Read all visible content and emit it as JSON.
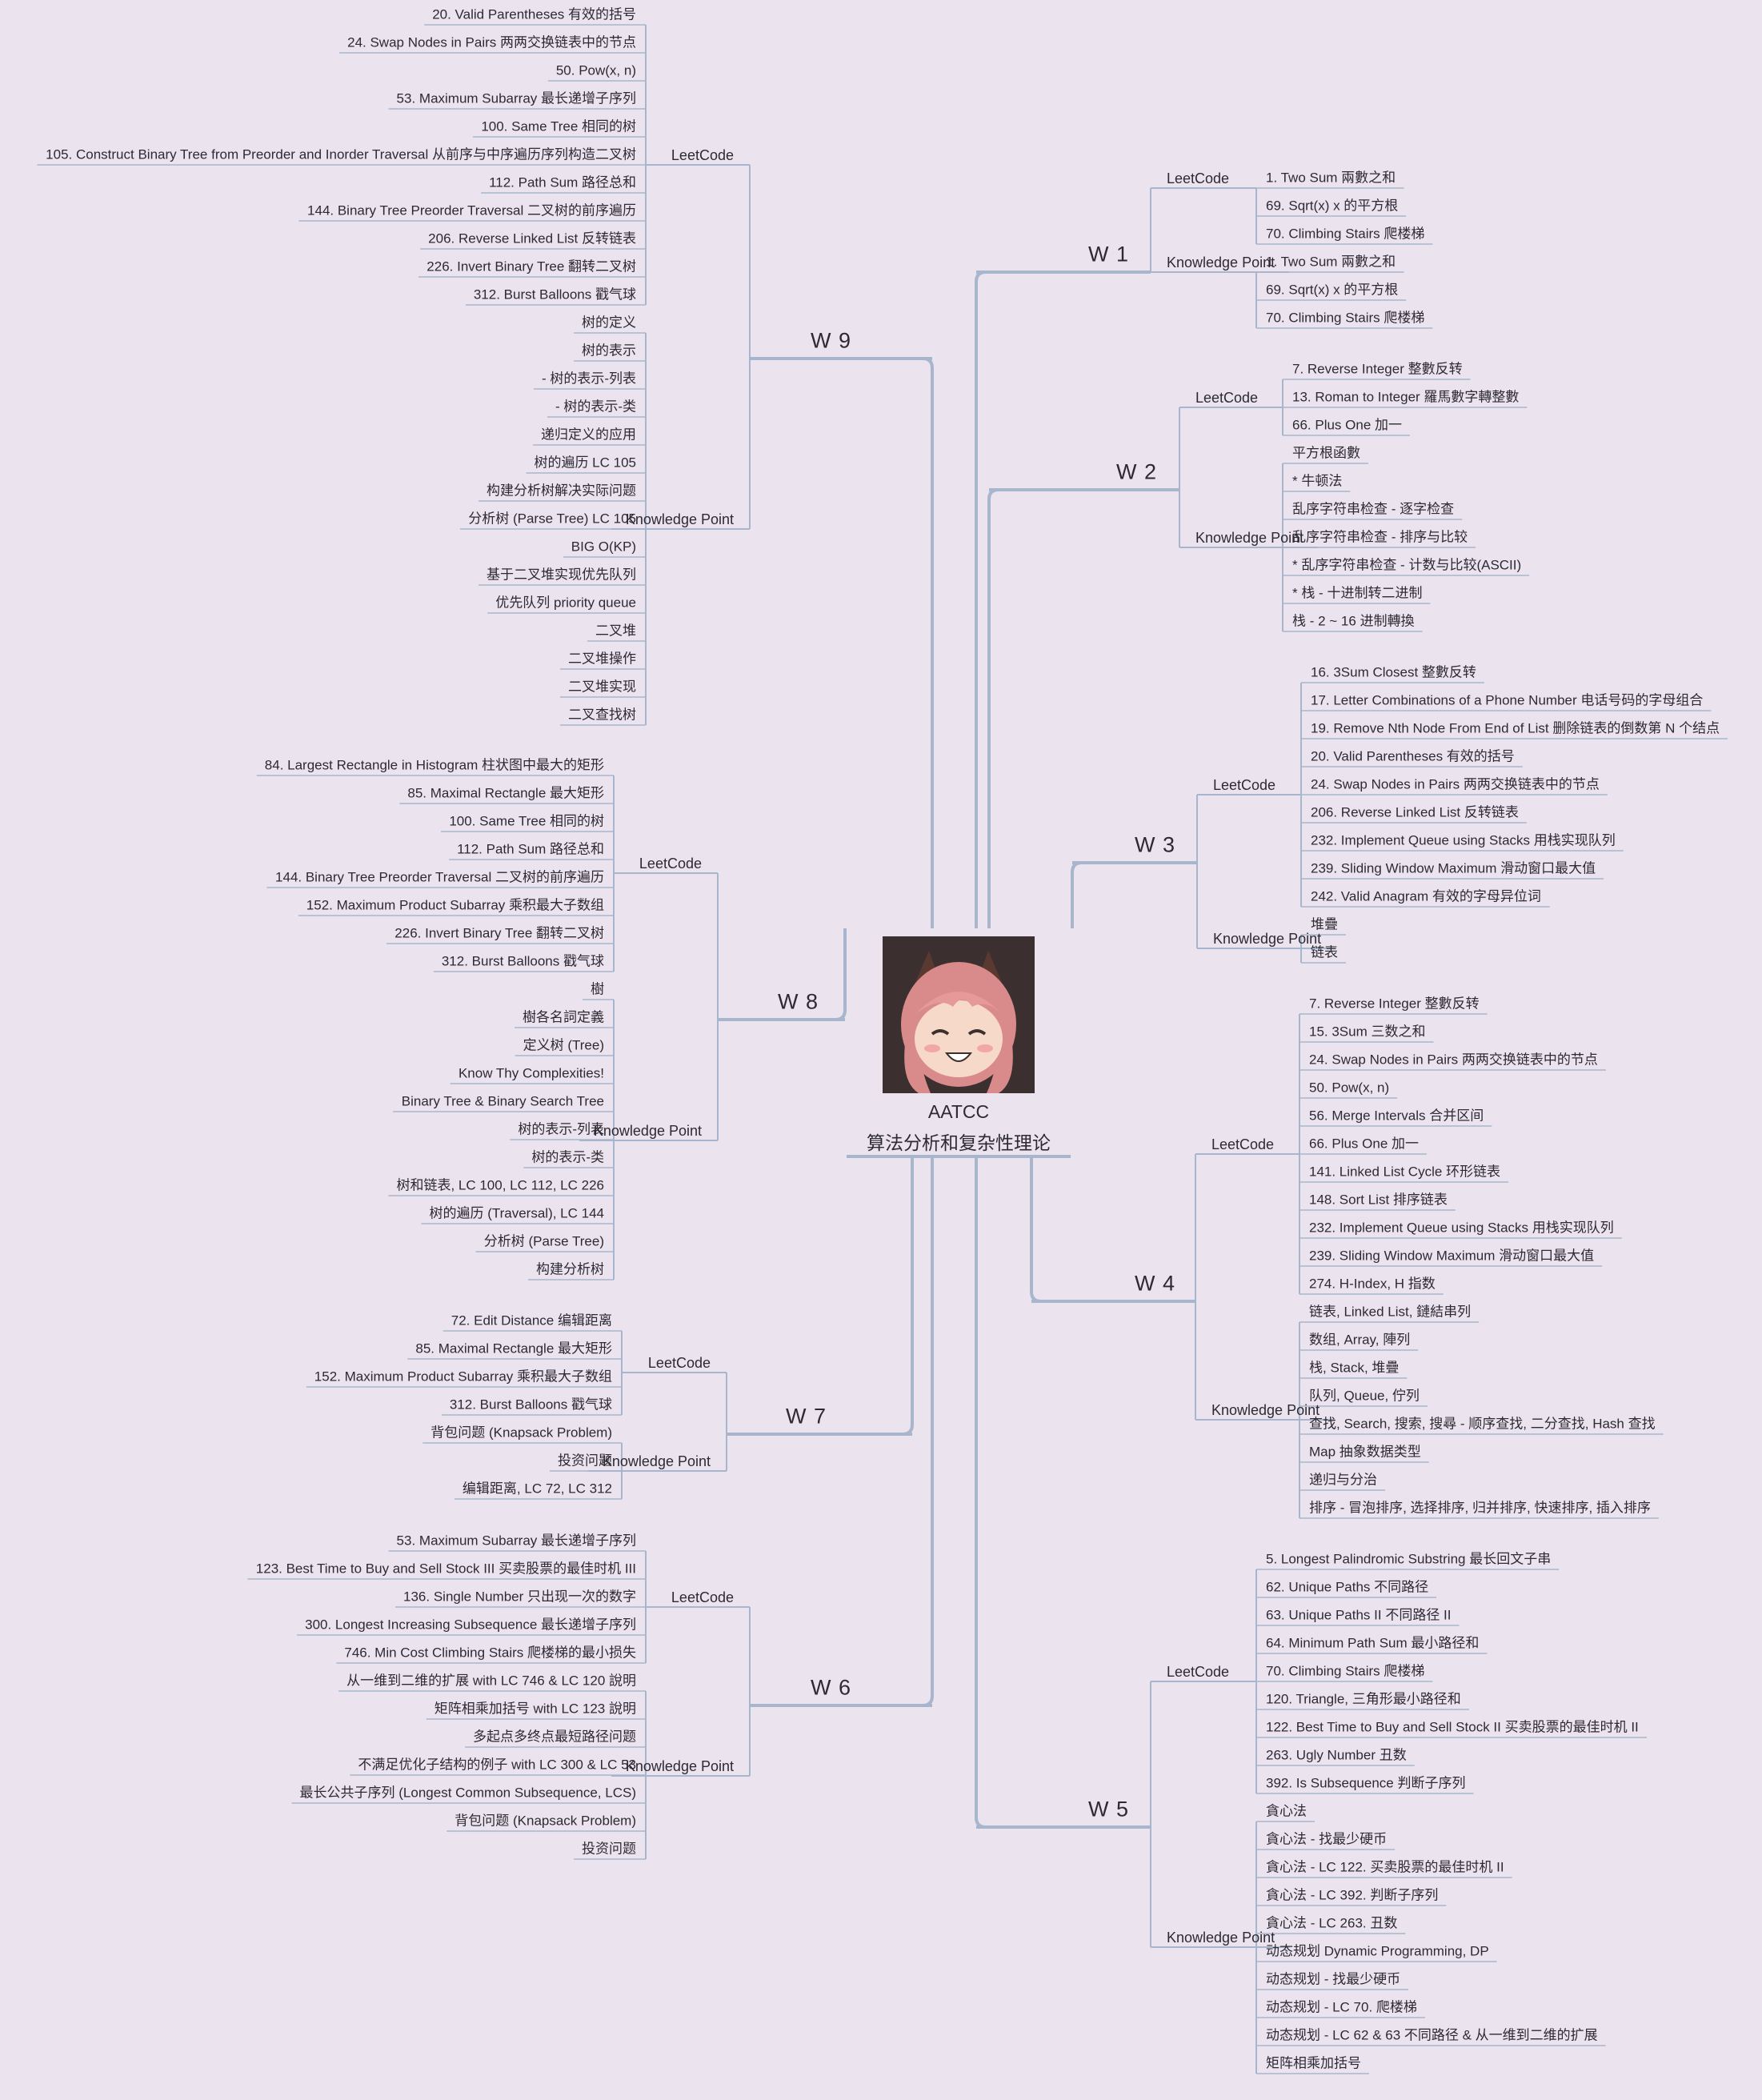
{
  "center": {
    "title": "AATCC",
    "subtitle": "算法分析和复杂性理论",
    "avatar": "anime-girl-avatar"
  },
  "colors": {
    "line": "#a7b6cc",
    "text": "#2d2a33",
    "background": "#ebe4ef"
  },
  "branches": [
    {
      "label": "W 1",
      "side": "right",
      "groups": [
        {
          "label": "LeetCode",
          "items": [
            "1. Two Sum 兩數之和",
            "69. Sqrt(x) x 的平方根",
            "70. Climbing Stairs 爬楼梯"
          ]
        },
        {
          "label": "Knowledge Point",
          "items": [
            "1. Two Sum 兩數之和",
            "69. Sqrt(x) x 的平方根",
            "70. Climbing Stairs 爬楼梯"
          ]
        }
      ]
    },
    {
      "label": "W 2",
      "side": "right",
      "groups": [
        {
          "label": "LeetCode",
          "items": [
            "7. Reverse Integer 整數反转",
            "13. Roman to Integer 羅馬數字轉整數",
            "66. Plus One 加一"
          ]
        },
        {
          "label": "Knowledge Point",
          "items": [
            "平方根函數",
            "* 牛顿法",
            "乱序字符串检查 - 逐字检查",
            "乱序字符串检查 - 排序与比较",
            "* 乱序字符串检查 - 计数与比较(ASCII)",
            "* 栈 - 十进制转二进制",
            "栈 - 2 ~ 16 进制轉換"
          ]
        }
      ]
    },
    {
      "label": "W 3",
      "side": "right",
      "groups": [
        {
          "label": "LeetCode",
          "items": [
            "16. 3Sum Closest 整數反转",
            "17. Letter Combinations of a Phone Number 电话号码的字母组合",
            "19. Remove Nth Node From End of List 删除链表的倒数第 N 个结点",
            "20. Valid Parentheses 有效的括号",
            "24. Swap Nodes in Pairs 两两交换链表中的节点",
            "206. Reverse Linked List 反转链表",
            "232. Implement Queue using Stacks 用栈实现队列",
            "239. Sliding Window Maximum 滑动窗口最大值",
            "242. Valid Anagram 有效的字母异位词"
          ]
        },
        {
          "label": "Knowledge Point",
          "items": [
            "堆疊",
            "链表"
          ]
        }
      ]
    },
    {
      "label": "W 4",
      "side": "right",
      "groups": [
        {
          "label": "LeetCode",
          "items": [
            "7. Reverse Integer 整數反转",
            "15. 3Sum 三数之和",
            "24. Swap Nodes in Pairs 两两交换链表中的节点",
            "50. Pow(x, n)",
            "56. Merge Intervals 合并区间",
            "66. Plus One 加一",
            "141. Linked List Cycle 环形链表",
            "148. Sort List 排序链表",
            "232. Implement Queue using Stacks 用栈实现队列",
            "239. Sliding Window Maximum 滑动窗口最大值",
            "274. H-Index, H 指数"
          ]
        },
        {
          "label": "Knowledge Point",
          "items": [
            "链表, Linked List, 鏈結串列",
            "数组, Array, 陣列",
            "栈, Stack, 堆疊",
            "队列, Queue, 佇列",
            "查找, Search, 搜索, 搜尋 - 顺序查找, 二分查找, Hash 查找",
            "Map 抽象数据类型",
            "递归与分治",
            "排序 - 冒泡排序, 选择排序, 归并排序, 快速排序, 插入排序"
          ]
        }
      ]
    },
    {
      "label": "W 5",
      "side": "right",
      "groups": [
        {
          "label": "LeetCode",
          "items": [
            "5. Longest Palindromic Substring 最长回文子串",
            "62. Unique Paths 不同路径",
            "63. Unique Paths II 不同路径 II",
            "64. Minimum Path Sum 最小路径和",
            "70. Climbing Stairs 爬楼梯",
            "120. Triangle, 三角形最小路径和",
            "122. Best Time to Buy and Sell Stock II 买卖股票的最佳时机 II",
            "263. Ugly Number 丑数",
            "392. Is Subsequence 判断子序列"
          ]
        },
        {
          "label": "Knowledge Point",
          "items": [
            "貪心法",
            "貪心法 - 找最少硬币",
            "貪心法 - LC 122. 买卖股票的最佳时机 II",
            "貪心法 - LC 392. 判断子序列",
            "貪心法 - LC 263. 丑数",
            "动态规划 Dynamic Programming, DP",
            "动态规划 - 找最少硬币",
            "动态规划 - LC 70. 爬楼梯",
            "动态规划 - LC 62 & 63 不同路径 & 从一维到二维的扩展",
            "矩阵相乘加括号"
          ]
        }
      ]
    },
    {
      "label": "W 9",
      "side": "left",
      "groups": [
        {
          "label": "LeetCode",
          "items": [
            "20. Valid Parentheses 有效的括号",
            "24. Swap Nodes in Pairs 两两交换链表中的节点",
            "50. Pow(x, n)",
            "53. Maximum Subarray 最长递增子序列",
            "100. Same Tree 相同的树",
            "105. Construct Binary Tree from Preorder and Inorder Traversal 从前序与中序遍历序列构造二叉树",
            "112. Path Sum 路径总和",
            "144. Binary Tree Preorder Traversal 二叉树的前序遍历",
            "206. Reverse Linked List 反转链表",
            "226. Invert Binary Tree 翻转二叉树",
            "312. Burst Balloons 戳气球"
          ]
        },
        {
          "label": "Knowledge Point",
          "items": [
            "树的定义",
            "树的表示",
            "- 树的表示-列表",
            "- 树的表示-类",
            "递归定义的应用",
            "树的遍历 LC 105",
            "构建分析树解决实际问题",
            "分析树 (Parse Tree) LC 105",
            "BIG O(KP)",
            "基于二叉堆实现优先队列",
            "优先队列 priority queue",
            "二叉堆",
            "二叉堆操作",
            "二叉堆实现",
            "二叉查找树"
          ]
        }
      ]
    },
    {
      "label": "W 8",
      "side": "left",
      "groups": [
        {
          "label": "LeetCode",
          "items": [
            "84. Largest Rectangle in Histogram 柱状图中最大的矩形",
            "85. Maximal Rectangle 最大矩形",
            "100. Same Tree 相同的树",
            "112. Path Sum 路径总和",
            "144. Binary Tree Preorder Traversal 二叉树的前序遍历",
            "152. Maximum Product Subarray 乘积最大子数组",
            "226. Invert Binary Tree 翻转二叉树",
            "312. Burst Balloons 戳气球"
          ]
        },
        {
          "label": "Knowledge Point",
          "items": [
            "樹",
            "樹各名詞定義",
            "定义树 (Tree)",
            "Know Thy Complexities!",
            "Binary Tree & Binary Search Tree",
            "树的表示-列表",
            "树的表示-类",
            "树和链表, LC 100, LC 112, LC 226",
            "树的遍历 (Traversal), LC 144",
            "分析树 (Parse Tree)",
            "构建分析树"
          ]
        }
      ]
    },
    {
      "label": "W 7",
      "side": "left",
      "groups": [
        {
          "label": "LeetCode",
          "items": [
            "72. Edit Distance 编辑距离",
            "85. Maximal Rectangle 最大矩形",
            "152. Maximum Product Subarray 乘积最大子数组",
            "312. Burst Balloons 戳气球"
          ]
        },
        {
          "label": "Knowledge Point",
          "items": [
            "背包问题 (Knapsack Problem)",
            "投资问题",
            "编辑距离, LC 72, LC 312"
          ]
        }
      ]
    },
    {
      "label": "W 6",
      "side": "left",
      "groups": [
        {
          "label": "LeetCode",
          "items": [
            "53. Maximum Subarray 最长递增子序列",
            "123. Best Time to Buy and Sell Stock III 买卖股票的最佳时机 III",
            "136. Single Number 只出现一次的数字",
            "300. Longest Increasing Subsequence 最长递增子序列",
            "746. Min Cost Climbing Stairs 爬楼梯的最小损失"
          ]
        },
        {
          "label": "Knowledge Point",
          "items": [
            "从一维到二维的扩展 with LC 746 & LC 120 說明",
            "矩阵相乘加括号 with LC 123 說明",
            "多起点多终点最短路径问题",
            "不满足优化子结构的例子 with LC 300 & LC 53",
            "最长公共子序列 (Longest Common Subsequence, LCS)",
            "背包问题 (Knapsack Problem)",
            "投资问题"
          ]
        }
      ]
    }
  ]
}
